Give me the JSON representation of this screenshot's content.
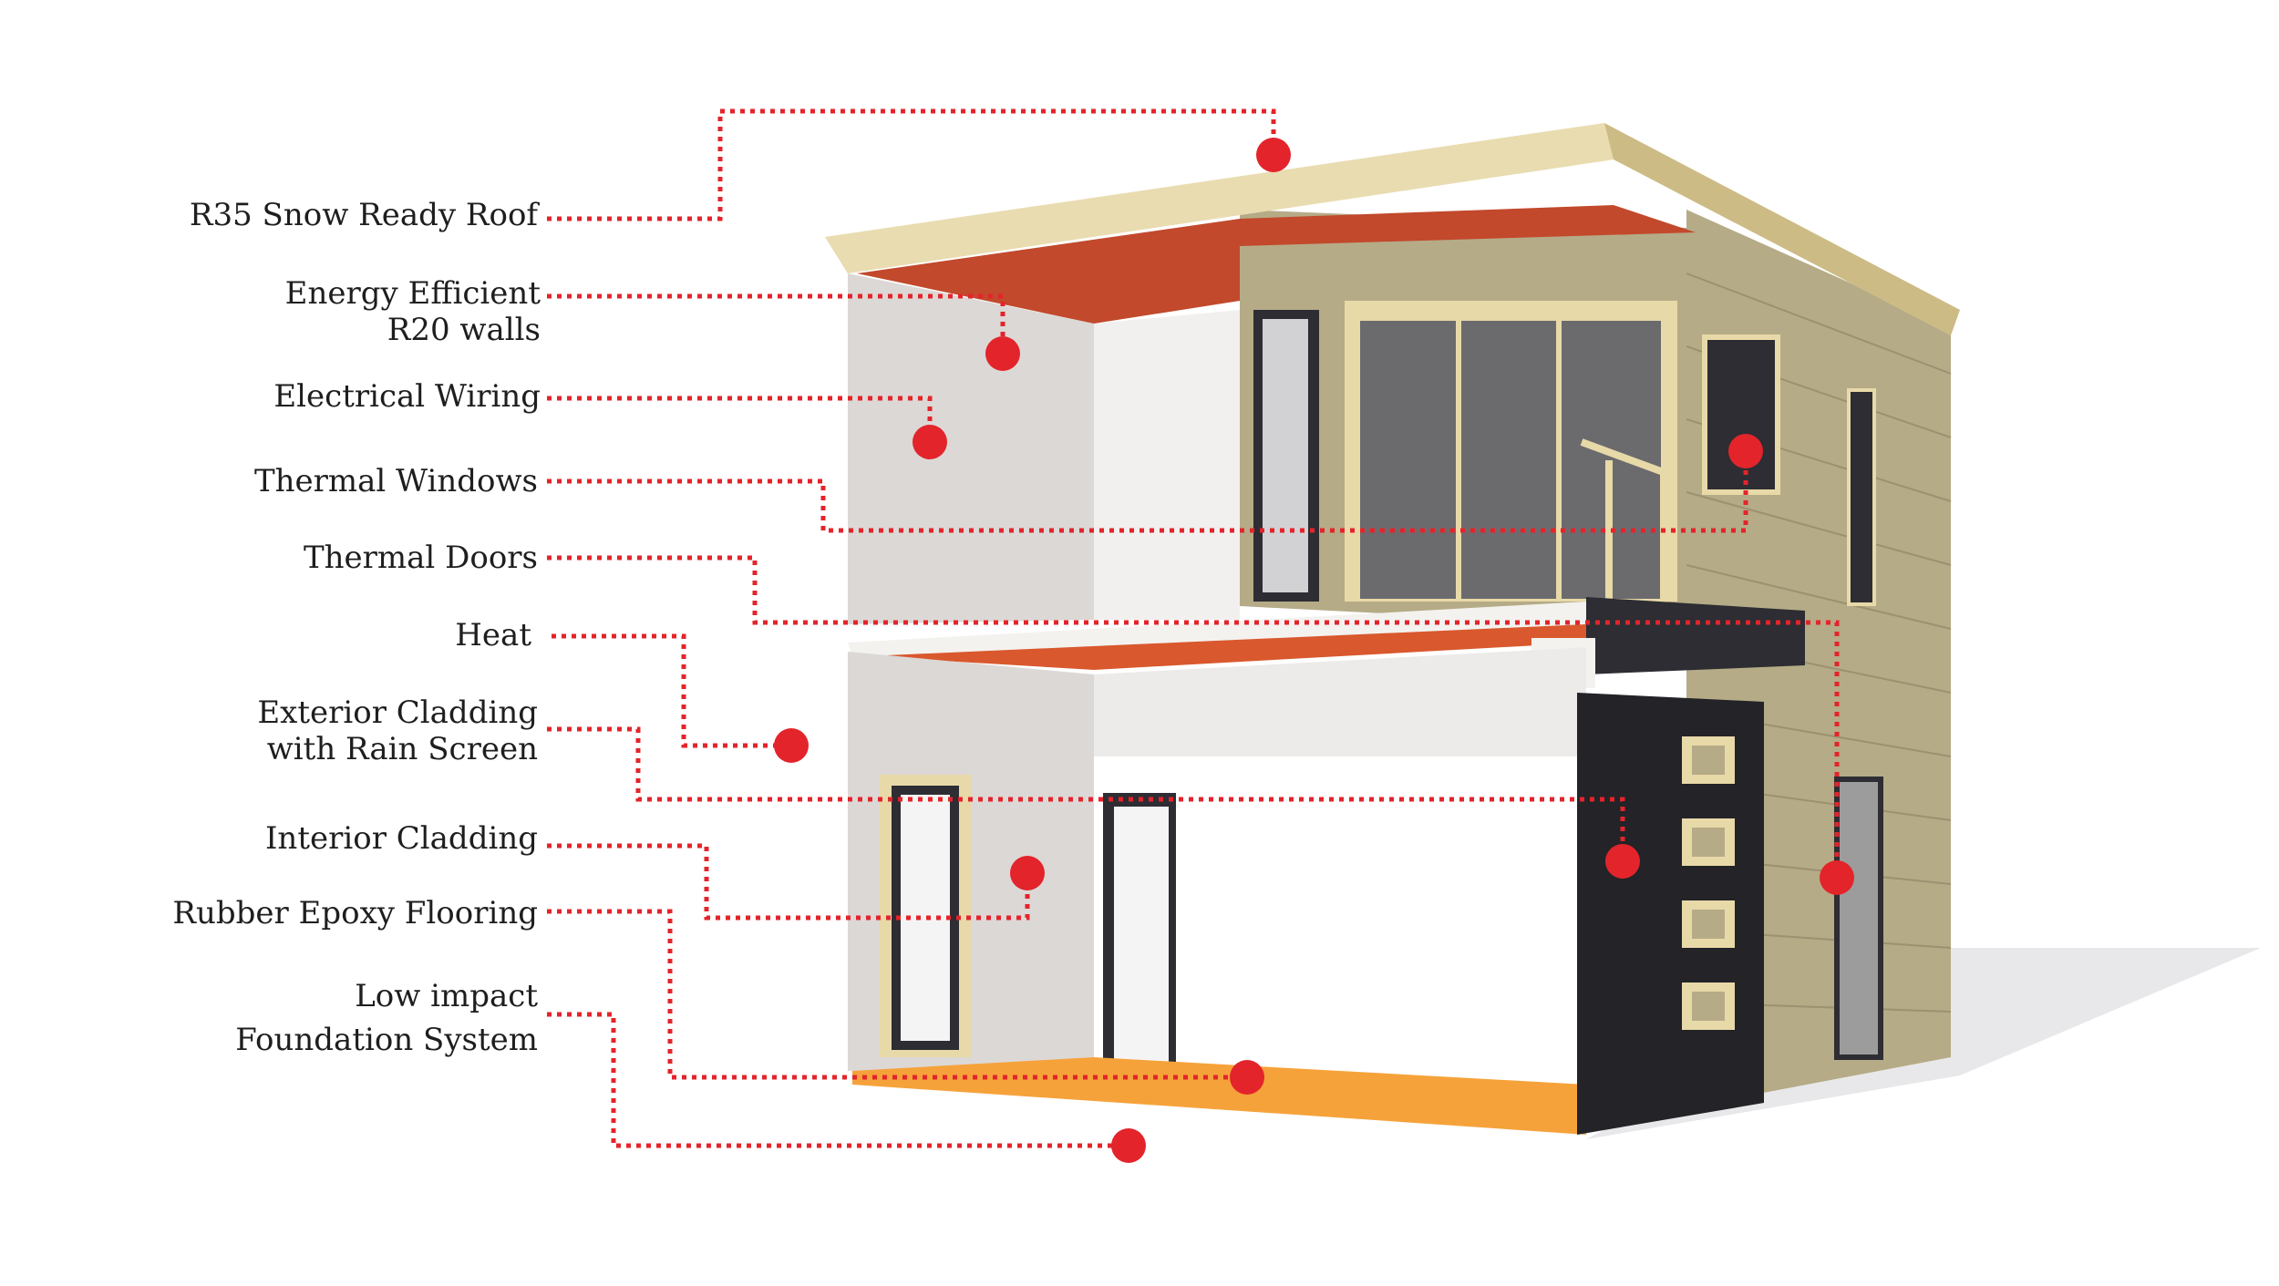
{
  "diagram": {
    "accent_color": "#e3242b",
    "labels": [
      {
        "id": "roof",
        "lines": [
          "R35 Snow Ready Roof"
        ]
      },
      {
        "id": "walls",
        "lines": [
          "Energy Efficient",
          "R20 walls"
        ]
      },
      {
        "id": "wiring",
        "lines": [
          "Electrical Wiring"
        ]
      },
      {
        "id": "windows",
        "lines": [
          "Thermal Windows"
        ]
      },
      {
        "id": "doors",
        "lines": [
          "Thermal Doors"
        ]
      },
      {
        "id": "heat",
        "lines": [
          "Heat"
        ]
      },
      {
        "id": "exterior-cladding",
        "lines": [
          "Exterior Cladding",
          "with Rain Screen"
        ]
      },
      {
        "id": "interior-cladding",
        "lines": [
          "Interior Cladding"
        ]
      },
      {
        "id": "flooring",
        "lines": [
          "Rubber Epoxy Flooring"
        ]
      },
      {
        "id": "foundation",
        "lines": [
          "Low impact",
          "Foundation System"
        ]
      }
    ]
  }
}
